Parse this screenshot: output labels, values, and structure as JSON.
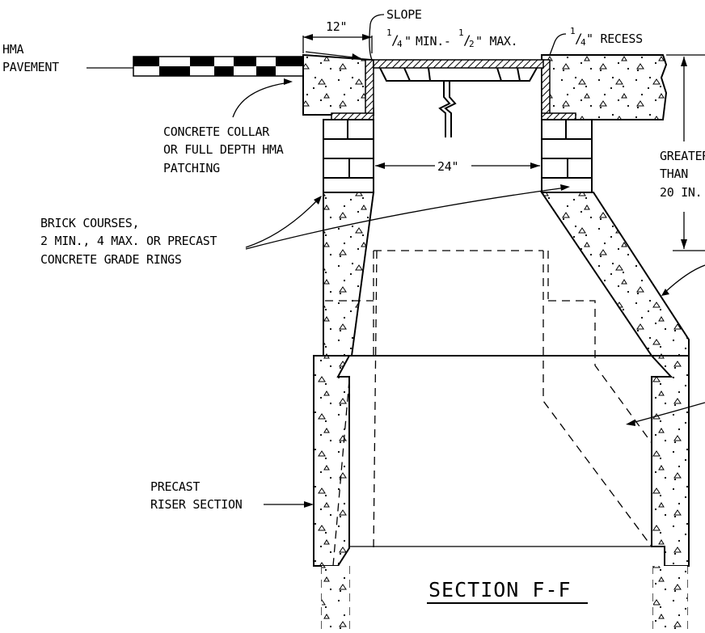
{
  "labels": {
    "hma_pavement_1": "HMA",
    "hma_pavement_2": "PAVEMENT",
    "dim_12": "12\"",
    "slope": "SLOPE",
    "slope_range_min": "MIN.-",
    "slope_range_max": "\" MAX.",
    "recess": "\" RECESS",
    "collar_1": "CONCRETE COLLAR",
    "collar_2": "OR FULL DEPTH HMA",
    "collar_3": "PATCHING",
    "dim_24": "24\"",
    "greater_1": "GREATER",
    "greater_2": "THAN",
    "greater_3": "20 IN.",
    "brick_1": "BRICK COURSES,",
    "brick_2": "2 MIN., 4 MAX. OR PRECAST",
    "brick_3": "CONCRETE GRADE RINGS",
    "riser_1": "PRECAST",
    "riser_2": "RISER SECTION",
    "section_title": "SECTION F-F",
    "frac_1": "1",
    "frac_4": "4",
    "frac_2": "2"
  }
}
